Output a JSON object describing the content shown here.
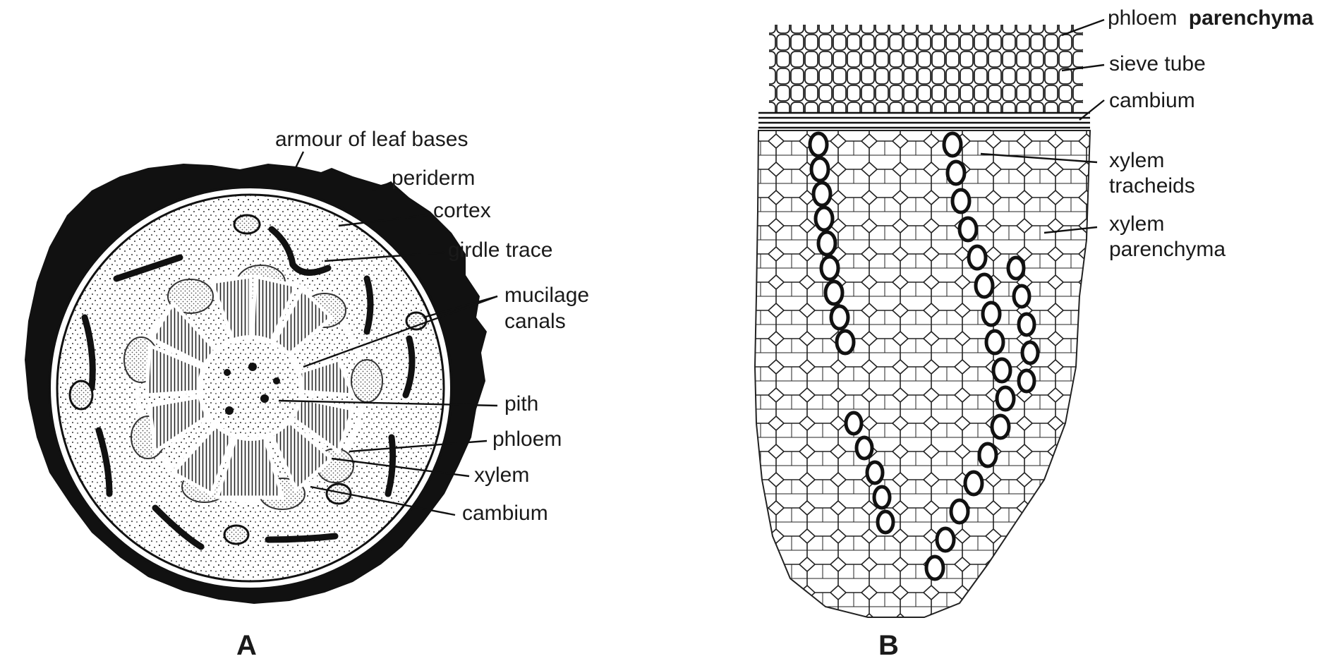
{
  "panel_a": {
    "letter": "A",
    "labels": {
      "armour": "armour of leaf bases",
      "periderm": "periderm",
      "cortex": "cortex",
      "girdle_trace": "girdle trace",
      "mucilage_1": "mucilage",
      "mucilage_2": "canals",
      "pith": "pith",
      "phloem": "phloem",
      "xylem": "xylem",
      "cambium": "cambium"
    }
  },
  "panel_b": {
    "letter": "B",
    "labels": {
      "phloem_parenchyma_1": "phloem",
      "phloem_parenchyma_2": "parenchyma",
      "sieve_tube": "sieve tube",
      "cambium": "cambium",
      "xylem_tracheids_1": "xylem",
      "xylem_tracheids_2": "tracheids",
      "xylem_parenchyma_1": "xylem",
      "xylem_parenchyma_2": "parenchyma"
    }
  },
  "colors": {
    "ink": "#111111",
    "paper": "#ffffff"
  }
}
